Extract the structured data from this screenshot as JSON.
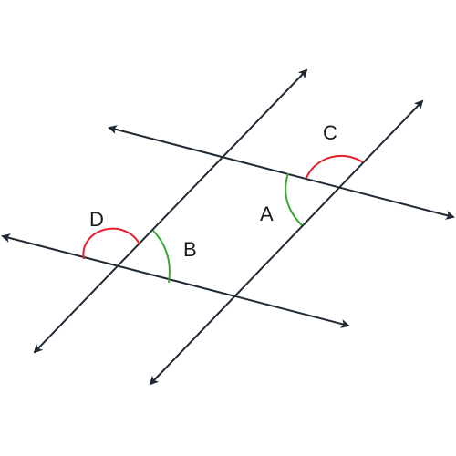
{
  "colors": {
    "line": "#1f2a35",
    "red_arc": "#e8202a",
    "green_arc": "#3aa832",
    "background": "#ffffff"
  },
  "angle_labels": {
    "A": "A",
    "B": "B",
    "C": "C",
    "D": "D"
  }
}
